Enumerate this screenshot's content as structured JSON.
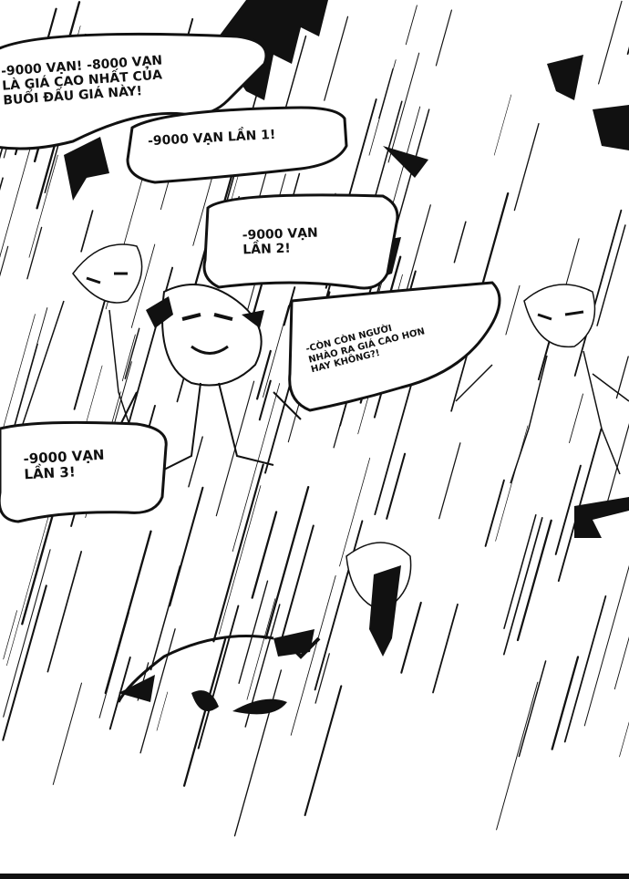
{
  "colors": {
    "ink": "#111111",
    "paper": "#ffffff"
  },
  "bubbles": [
    {
      "id": "b1",
      "text": "-9000 vạn! -8000 vạn\nlà giá cao nhất của\nbuổi đấu giá này!"
    },
    {
      "id": "b2",
      "text": "-9000 vạn lần 1!"
    },
    {
      "id": "b3",
      "text": "-9000 vạn\nlần 2!"
    },
    {
      "id": "b4",
      "text": "-còn còn người\nnhào ra giá cao hơn\nhay không?!"
    },
    {
      "id": "b5",
      "text": "-9000 vạn\nlần 3!"
    }
  ]
}
